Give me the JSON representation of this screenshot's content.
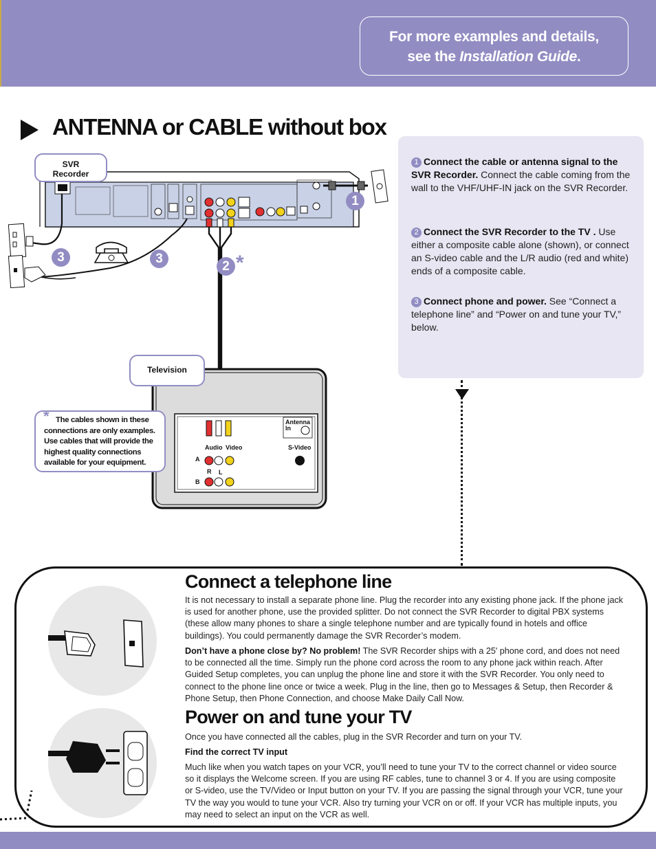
{
  "banner": {
    "guide_line1": "For more examples and details,",
    "guide_line2_prefix": "see the ",
    "guide_line2_italic": "Installation Guide",
    "guide_line2_suffix": "."
  },
  "heading": "ANTENNA or CABLE without box",
  "diagram": {
    "svr_label_1": "SVR",
    "svr_label_2": "Recorder",
    "tv_label": "Television",
    "footnote_star": "*",
    "footnote": "The cables shown in these connections are only examples. Use cables that will provide the highest quality connections available for your equipment.",
    "bubble_1": "1",
    "bubble_2": "2",
    "bubble_2_star": "*",
    "bubble_3": "3",
    "tv_jacks": {
      "audio": "Audio",
      "video": "Video",
      "row_a": "A",
      "row_b": "B",
      "r": "R",
      "l": "L",
      "antenna": "Antenna",
      "antenna_in": "In",
      "svideo": "S-Video"
    }
  },
  "steps": [
    {
      "num": "1",
      "bold": "Connect the cable or antenna signal to the SVR Recorder.",
      "text": " Connect the cable coming from the wall to the VHF/UHF-IN jack on the SVR Recorder."
    },
    {
      "num": "2",
      "bold": "Connect the SVR Recorder to the TV .",
      "text": " Use either a composite cable alone (shown), or connect an S-video cable and the L/R audio (red and white) ends of a composite cable."
    },
    {
      "num": "3",
      "bold": "Connect phone and power.",
      "text": " See “Connect a telephone line” and “Power on and tune your TV,” below."
    }
  ],
  "phone_section": {
    "title": "Connect a telephone line",
    "p1": "It is not necessary to install a separate phone line. Plug the recorder into any existing phone jack. If the phone jack is used for another phone, use the provided splitter. Do not connect the SVR Recorder to digital PBX systems (these allow many phones to share a single telephone number and are typically found in hotels and office buildings). You could permanently damage the SVR Recorder’s modem.",
    "p2_bold": "Don’t have a phone close by? No problem!",
    "p2": " The SVR Recorder ships with a 25' phone cord, and does not need to be connected all the time. Simply run the phone cord across the room to any phone jack within reach. After Guided Setup completes, you can unplug the phone line and store it with the SVR Recorder. You only need to connect to the phone line once or twice a week. Plug in the line, then go to Messages & Setup, then Recorder & Phone Setup, then Phone Connection, and choose Make Daily Call Now."
  },
  "power_section": {
    "title": "Power on and tune your TV",
    "p1": "Once you have connected all the cables, plug in the SVR Recorder and turn on your TV.",
    "subhead": "Find the correct TV input",
    "p2": "Much like when you watch tapes on your VCR, you’ll need to tune your TV to the correct channel or video source so it displays the Welcome screen. If you are using RF cables, tune to channel 3 or 4. If you are using composite or S-video, use the TV/Video or Input button on your TV. If you are passing the signal through your VCR, tune your TV the way you would to tune your VCR. Also try turning your VCR on or off. If your VCR has multiple inputs, you may need to select an input on the VCR as well."
  }
}
